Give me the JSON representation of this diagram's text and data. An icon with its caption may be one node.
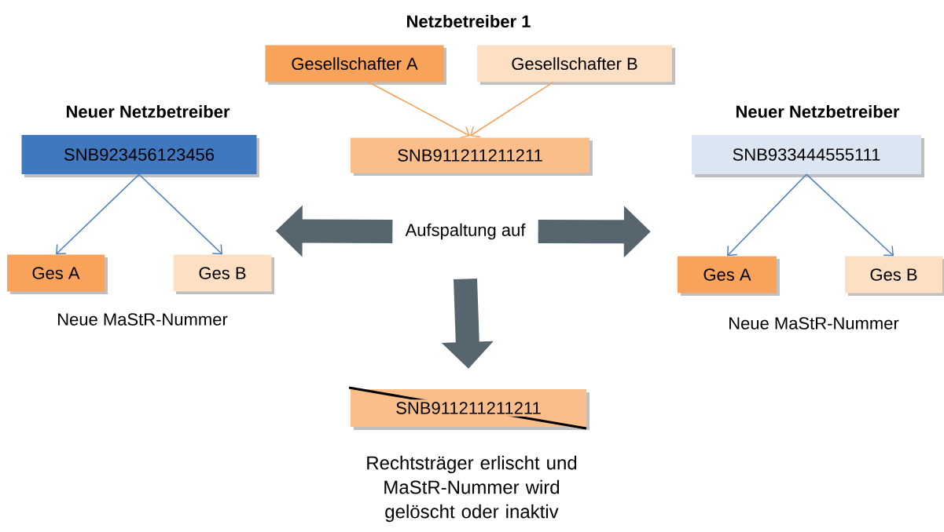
{
  "diagram": {
    "nodes": [
      {
        "text": [
          "Gesellschafter A"
        ]
      },
      {
        "text": [
          "Gesellschafter B"
        ]
      },
      {
        "text": [
          "SNB911211211211"
        ]
      },
      {
        "text": [
          "SNB923456123456"
        ]
      },
      {
        "text": [
          "Ges A"
        ]
      },
      {
        "text": [
          "Ges B"
        ]
      },
      {
        "text": [
          "SNB933444555111"
        ]
      },
      {
        "text": [
          "Ges A"
        ]
      },
      {
        "text": [
          "Ges B"
        ]
      },
      {
        "text": [
          "Aufspaltung auf"
        ]
      },
      {
        "text": [
          "SNB911211211211"
        ]
      }
    ],
    "edges": [
      {
        "from": 0,
        "to": 2,
        "arrow": "to",
        "color": "#f9a25a"
      },
      {
        "from": 1,
        "to": 2,
        "arrow": "to",
        "color": "#f9a25a"
      },
      {
        "from": 3,
        "to": 4,
        "arrow": "to"
      },
      {
        "from": 3,
        "to": 5,
        "arrow": "to"
      },
      {
        "from": 6,
        "to": 7,
        "arrow": "to"
      },
      {
        "from": 6,
        "to": 8,
        "arrow": "to"
      },
      {
        "from": 9,
        "to": 5,
        "arrow": "to",
        "style": "thick",
        "color": "#56656e"
      },
      {
        "from": 9,
        "to": 7,
        "arrow": "to",
        "style": "thick",
        "color": "#56656e"
      },
      {
        "from": 9,
        "to": 10,
        "arrow": "to",
        "style": "thick",
        "color": "#56656e"
      }
    ],
    "labels": [
      "Netzbetreiber 1",
      "Neuer Netzbetreiber",
      "Neuer Netzbetreiber",
      "Neue MaStR-Nummer",
      "Neue MaStR-Nummer",
      "Rechtsträger erlischt und MaStR-Nummer wird gelöscht oder inaktiv"
    ]
  }
}
